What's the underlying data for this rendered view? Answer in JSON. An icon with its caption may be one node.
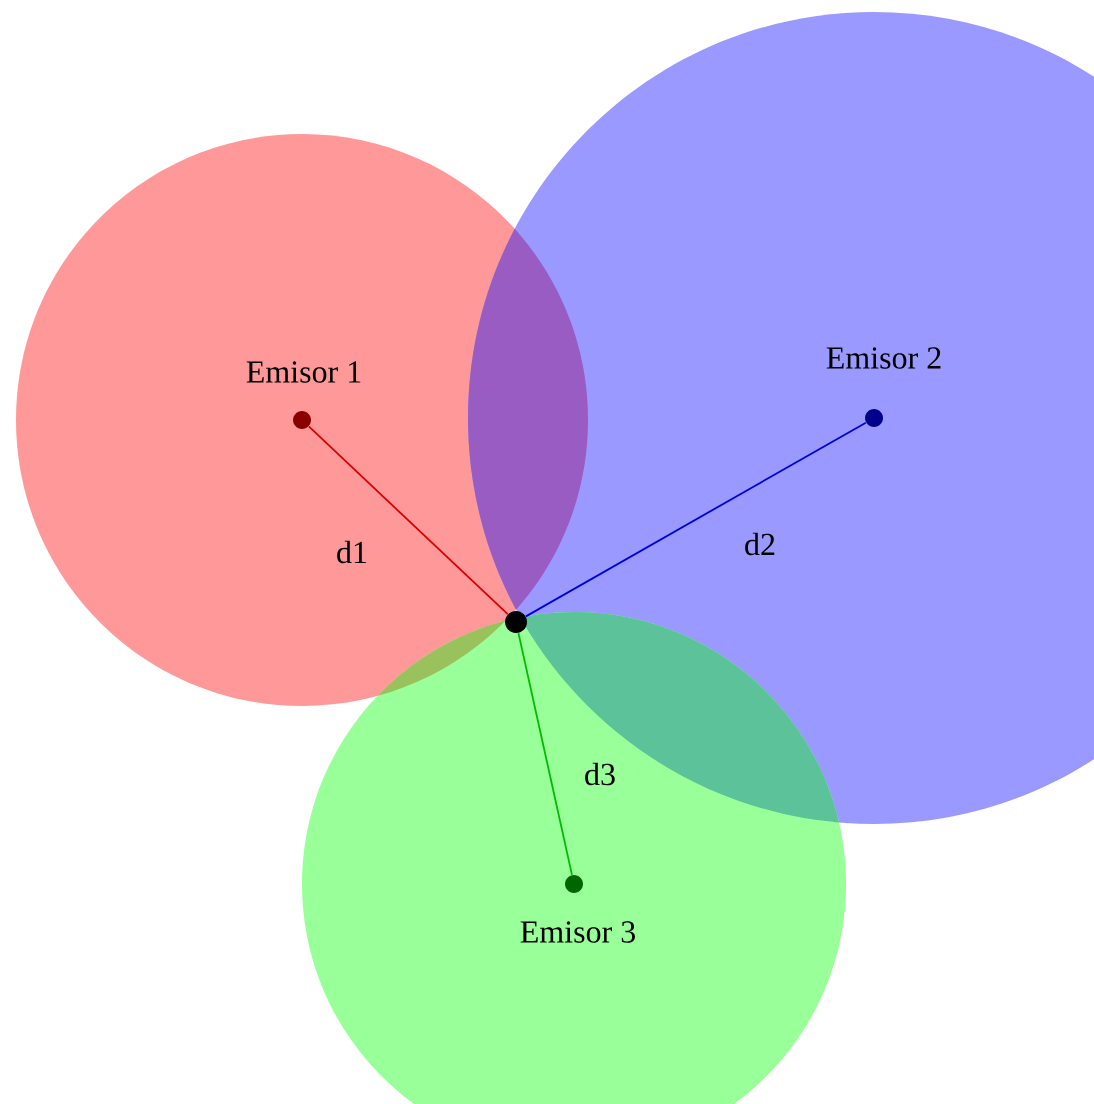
{
  "diagram": {
    "nodes": [
      {
        "text": [],
        "shape": "circle",
        "beside": [
          "Emisor 1"
        ]
      },
      {
        "text": [],
        "shape": "circle",
        "beside": [
          "Emisor 2"
        ]
      },
      {
        "text": [],
        "shape": "circle",
        "beside": [
          "Emisor 3"
        ]
      },
      {
        "text": [],
        "shape": "circle"
      }
    ],
    "edges": [
      {
        "from": 0,
        "to": 3,
        "arrow": "none",
        "label": "d1",
        "color": "#dd0000"
      },
      {
        "from": 1,
        "to": 3,
        "arrow": "none",
        "label": "d2",
        "color": "#0000dd"
      },
      {
        "from": 2,
        "to": 3,
        "arrow": "none",
        "label": "d3",
        "color": "#00bb00"
      }
    ]
  }
}
